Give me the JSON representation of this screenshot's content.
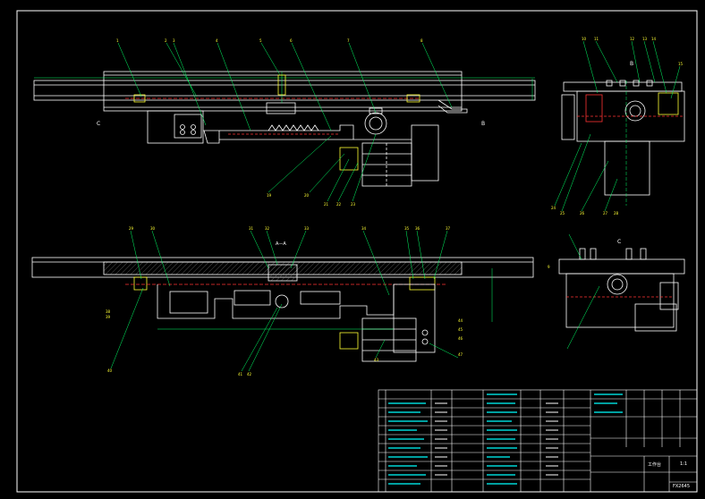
{
  "drawing": {
    "colors": {
      "background": "#000000",
      "frame": "#ffffff",
      "outline": "#ffffff",
      "leader": "#00ff66",
      "balloon": "#ffff33",
      "hidden": "#ff3333",
      "hatch": "#d0d0d0",
      "detail": "#00ffff",
      "part": "#ffffff"
    },
    "section_marks": {
      "top_left": "C",
      "top_right": "B",
      "mid": "A—A",
      "view_b": "B",
      "view_c": "C"
    },
    "balloons_top": [
      "1",
      "2",
      "3",
      "4",
      "5",
      "6",
      "7",
      "8",
      "9"
    ],
    "balloons_side_top": [
      "10",
      "11",
      "12",
      "13",
      "14",
      "15"
    ],
    "balloons_mid": [
      "19",
      "20",
      "21",
      "22",
      "23",
      "24",
      "25",
      "26",
      "27",
      "28"
    ],
    "balloons_section": [
      "29",
      "30",
      "31",
      "32",
      "33",
      "34",
      "35",
      "36",
      "37",
      "38",
      "39",
      "40",
      "41",
      "42",
      "43",
      "44",
      "45",
      "46",
      "47"
    ],
    "title_block": {
      "drawing_no": "FX2645",
      "name": "工作台",
      "scale": "1:1"
    }
  }
}
